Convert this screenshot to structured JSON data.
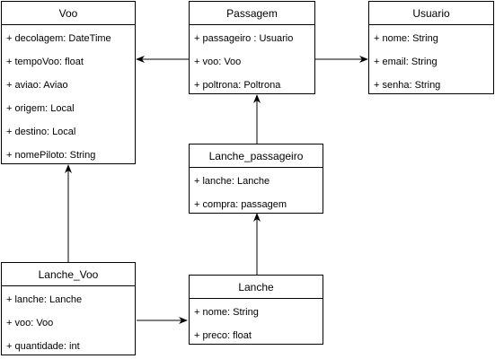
{
  "classes": {
    "voo": {
      "name": "Voo",
      "attributes": [
        "+ decolagem: DateTime",
        "+ tempoVoo: float",
        "+ aviao: Aviao",
        "+ origem: Local",
        "+ destino: Local",
        "+ nomePiloto: String"
      ]
    },
    "passagem": {
      "name": "Passagem",
      "attributes": [
        "+ passageiro : Usuario",
        "+ voo: Voo",
        "+ poltrona: Poltrona"
      ]
    },
    "usuario": {
      "name": "Usuario",
      "attributes": [
        "+ nome: String",
        "+ email: String",
        "+ senha: String"
      ]
    },
    "lanche_passageiro": {
      "name": "Lanche_passageiro",
      "attributes": [
        "+ lanche: Lanche",
        "+ compra: passagem"
      ]
    },
    "lanche_voo": {
      "name": "Lanche_Voo",
      "attributes": [
        "+ lanche: Lanche",
        "+ voo: Voo",
        "+ quantidade: int"
      ]
    },
    "lanche": {
      "name": "Lanche",
      "attributes": [
        "+ nome: String",
        "+ preco: float"
      ]
    }
  },
  "associations": [
    {
      "from": "passagem",
      "to": "voo"
    },
    {
      "from": "passagem",
      "to": "usuario"
    },
    {
      "from": "lanche_passageiro",
      "to": "passagem"
    },
    {
      "from": "lanche_voo",
      "to": "voo"
    },
    {
      "from": "lanche_voo",
      "to": "lanche"
    },
    {
      "from": "lanche",
      "to": "lanche_passageiro"
    }
  ],
  "colors": {
    "line": "#000000",
    "box_border": "#000000",
    "background": "#ffffff"
  }
}
